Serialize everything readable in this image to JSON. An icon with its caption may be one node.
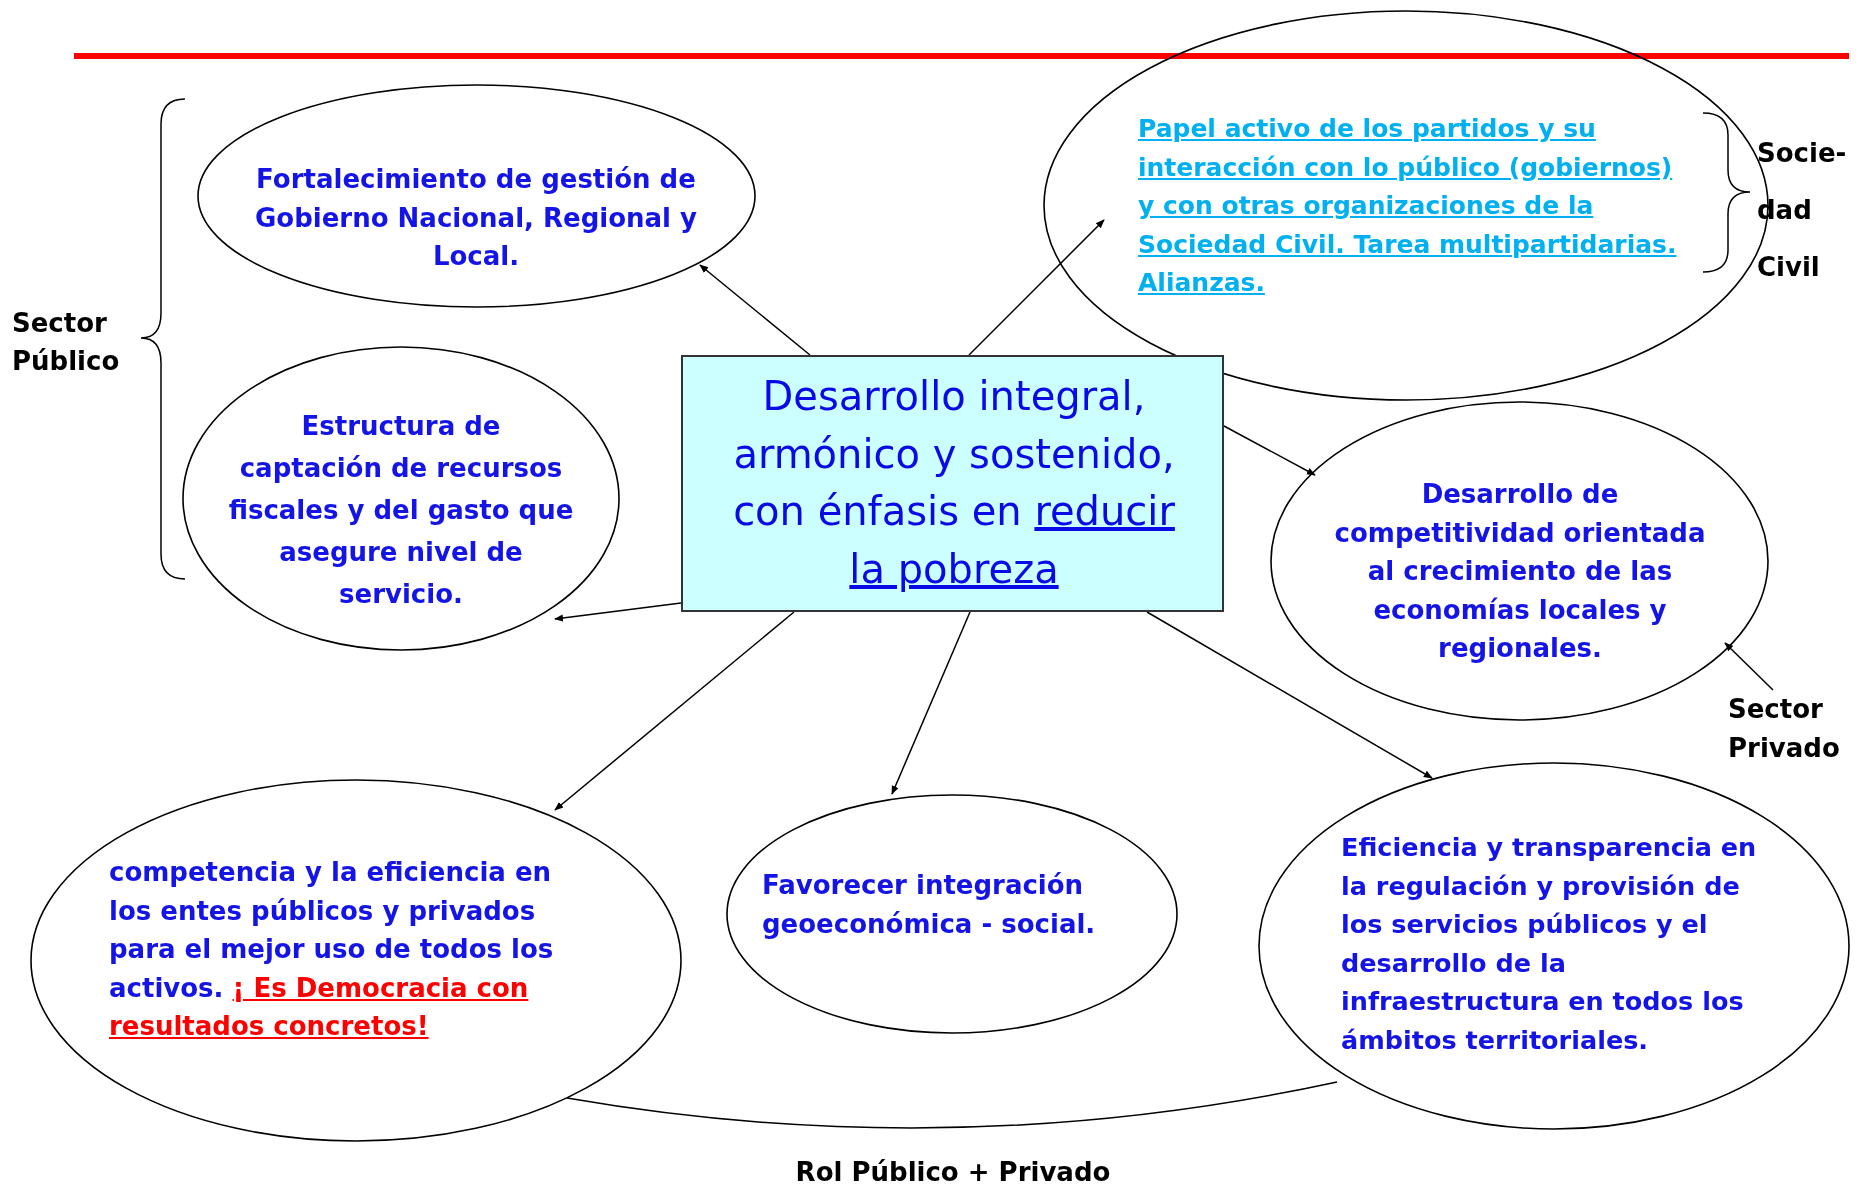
{
  "diagram": {
    "nodes": [
      {
        "text": [
          "Desarrollo integral, armónico y sostenido, con énfasis en",
          "reducir la pobreza"
        ]
      },
      {
        "text": [
          "Fortalecimiento de gestión de Gobierno Nacional, Regional y Local."
        ]
      },
      {
        "text": [
          "Estructura de captación de recursos fiscales y del gasto que asegure nivel de servicio."
        ]
      },
      {
        "text": [
          "Papel activo de los partidos y su interacción con lo público (gobiernos) y con otras organizaciones de la Sociedad Civil. Tarea multipartidarias. Alianzas."
        ]
      },
      {
        "text": [
          "Desarrollo de competitividad orientada al crecimiento de las economías locales y regionales."
        ]
      },
      {
        "text": [
          "competencia y la eficiencia en los entes públicos y privados para el mejor uso de todos los activos.",
          "¡ Es Democracia con resultados concretos!"
        ]
      },
      {
        "text": [
          "Favorecer integración geoeconómica - social."
        ]
      },
      {
        "text": [
          "Eficiencia y transparencia en la regulación y provisión de los servicios públicos y el desarrollo de la infraestructura en todos los ámbitos territoriales."
        ]
      },
      {
        "text": [
          "Sector Privado"
        ]
      }
    ],
    "edges": [
      {
        "from": 0,
        "to": 1,
        "arrow": "to"
      },
      {
        "from": 0,
        "to": 3,
        "arrow": "to"
      },
      {
        "from": 0,
        "to": 4,
        "arrow": "to"
      },
      {
        "from": 0,
        "to": 2,
        "arrow": "to"
      },
      {
        "from": 0,
        "to": 5,
        "arrow": "to"
      },
      {
        "from": 0,
        "to": 6,
        "arrow": "to"
      },
      {
        "from": 0,
        "to": 7,
        "arrow": "to"
      },
      {
        "from": 8,
        "to": 4,
        "arrow": "to"
      },
      {
        "from": 5,
        "to": 7,
        "arrow": "none"
      }
    ],
    "labels": [
      "Sector Público",
      "Socie- dad Civil",
      "Rol Público + Privado"
    ]
  }
}
